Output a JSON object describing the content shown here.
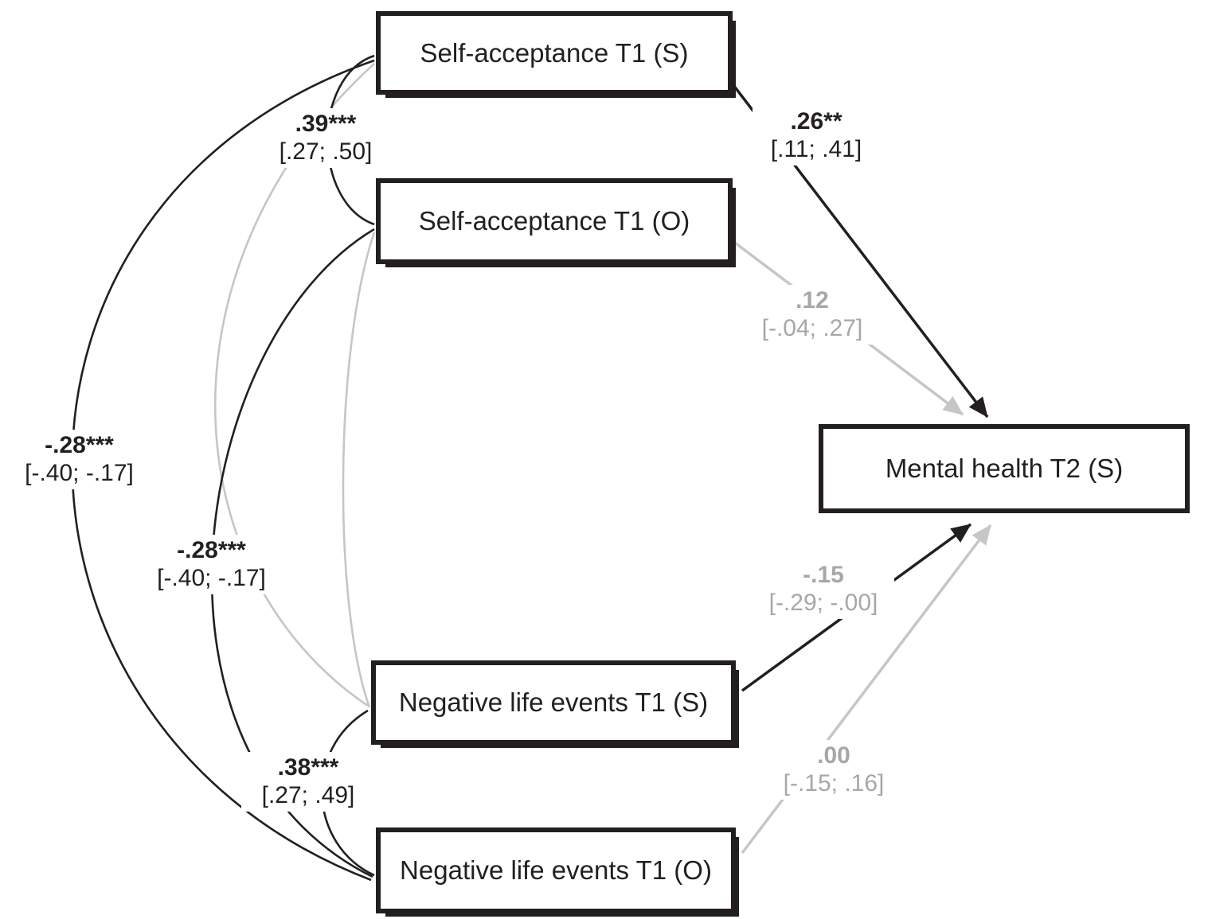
{
  "figure": {
    "type": "structural-equation-path-diagram",
    "boxes": [
      {
        "id": "sa_s",
        "label": "Self-acceptance T1 (S)"
      },
      {
        "id": "sa_o",
        "label": "Self-acceptance T1 (O)"
      },
      {
        "id": "nle_s",
        "label": "Negative life events T1 (S)"
      },
      {
        "id": "nle_o",
        "label": "Negative life events T1 (O)"
      },
      {
        "id": "mh",
        "label": "Mental health T2 (S)"
      }
    ],
    "edges": [
      {
        "from": "Self-acceptance T1 (S)",
        "to": "Self-acceptance T1 (O)",
        "kind": "covariance",
        "coef": ".39***",
        "ci": "[.27; .50]",
        "line_color": "black"
      },
      {
        "from": "Self-acceptance T1 (S)",
        "to": "Mental health T2 (S)",
        "kind": "path",
        "coef": ".26**",
        "ci": "[.11; .41]",
        "line_color": "black"
      },
      {
        "from": "Self-acceptance T1 (O)",
        "to": "Mental health T2 (S)",
        "kind": "path",
        "coef": ".12",
        "ci": "[-.04; .27]",
        "line_color": "gray"
      },
      {
        "from": "Self-acceptance T1 (S)",
        "to": "Negative life events T1 (O)",
        "kind": "covariance",
        "coef": "-.28***",
        "ci": "[-.40; -.17]",
        "line_color": "black"
      },
      {
        "from": "Self-acceptance T1 (O)",
        "to": "Negative life events T1 (O)",
        "kind": "covariance",
        "coef": "-.28***",
        "ci": "[-.40; -.17]",
        "line_color": "black"
      },
      {
        "from": "Negative life events T1 (S)",
        "to": "Mental health T2 (S)",
        "kind": "path",
        "coef": "-.15",
        "ci": "[-.29; -.00]",
        "line_color": "gray_label_black_line"
      },
      {
        "from": "Negative life events T1 (S)",
        "to": "Negative life events T1 (O)",
        "kind": "covariance",
        "coef": ".38***",
        "ci": "[.27; .49]",
        "line_color": "black"
      },
      {
        "from": "Negative life events T1 (O)",
        "to": "Mental health T2 (S)",
        "kind": "path",
        "coef": ".00",
        "ci": "[-.15; .16]",
        "line_color": "gray"
      }
    ],
    "unlabeled_covariances": [
      {
        "from": "Self-acceptance T1 (S)",
        "to": "Negative life events T1 (S)",
        "line_color": "gray"
      },
      {
        "from": "Self-acceptance T1 (O)",
        "to": "Negative life events T1 (S)",
        "line_color": "gray"
      }
    ],
    "colors": {
      "black": "#231f20",
      "gray_line": "#c6c6c6",
      "gray_text": "#a7a7a7",
      "background": "#ffffff"
    }
  }
}
